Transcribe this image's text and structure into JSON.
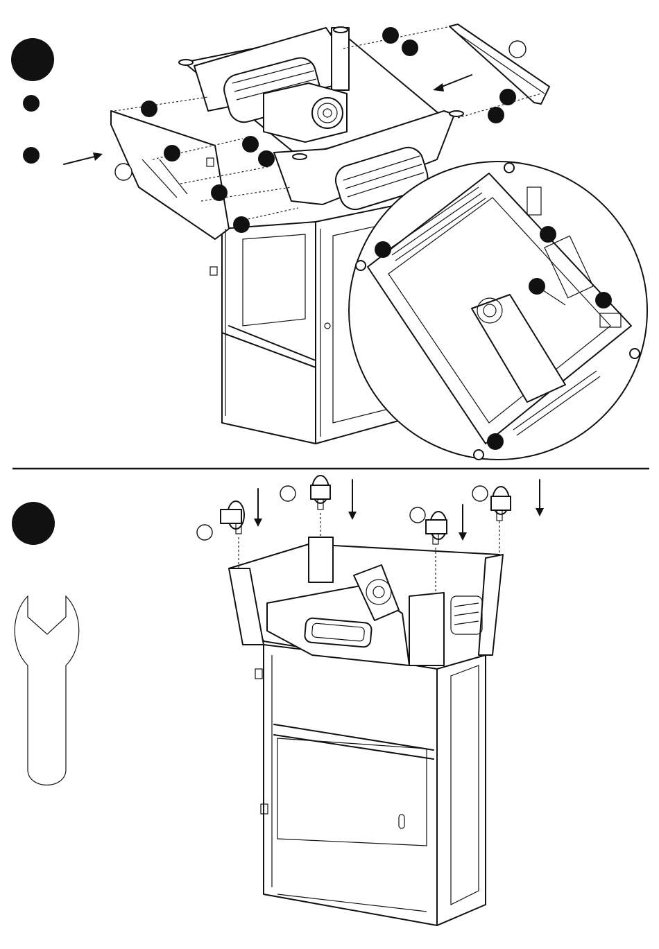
{
  "colors": {
    "ink": "#111111",
    "paper": "#ffffff"
  },
  "steps": [
    {
      "id": "step-1",
      "number_marker": "filled-circle"
    },
    {
      "id": "step-2",
      "number_marker": "filled-circle"
    }
  ],
  "step1": {
    "part_markers": [
      "filled-circle",
      "filled-circle"
    ],
    "hardware_callouts": 14,
    "reference_callouts": 2,
    "insert_arrows": 2,
    "detail_view": "zoom-circle"
  },
  "step2": {
    "tool": "wrench-icon",
    "caster_count": 4,
    "reference_callouts": 4,
    "insert_arrows": 4
  }
}
